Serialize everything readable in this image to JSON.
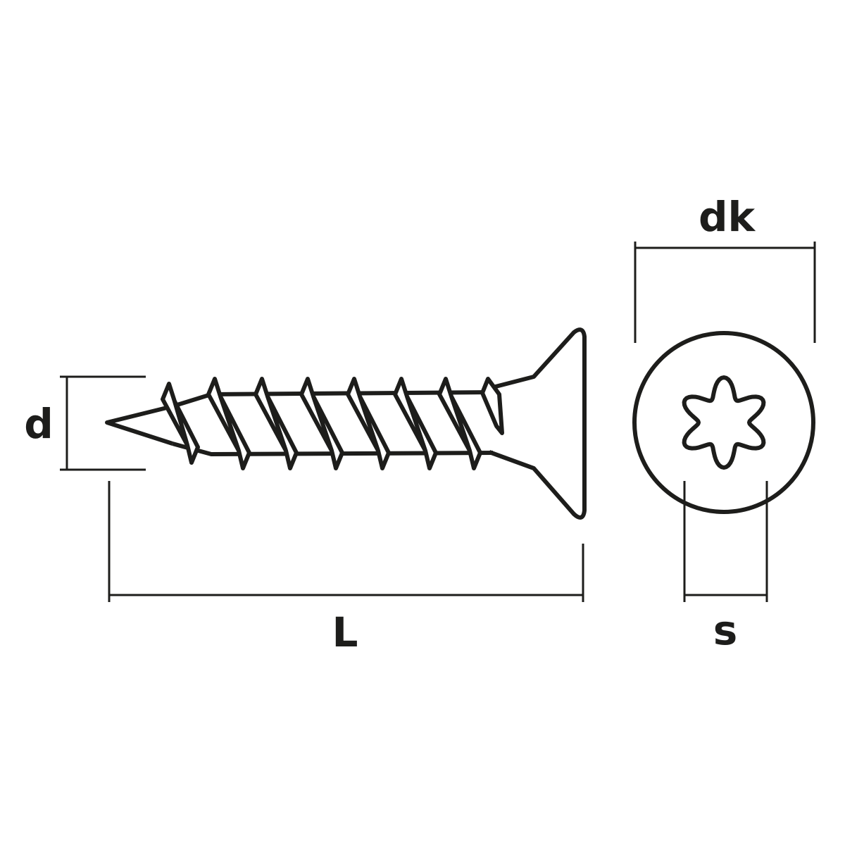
{
  "labels": {
    "diameter": "d",
    "length": "L",
    "head_diameter": "dk",
    "drive_size": "s"
  },
  "colors": {
    "line": "#1d1d1b",
    "background": "#ffffff"
  },
  "icons": {
    "drive": "torx-star-icon"
  }
}
